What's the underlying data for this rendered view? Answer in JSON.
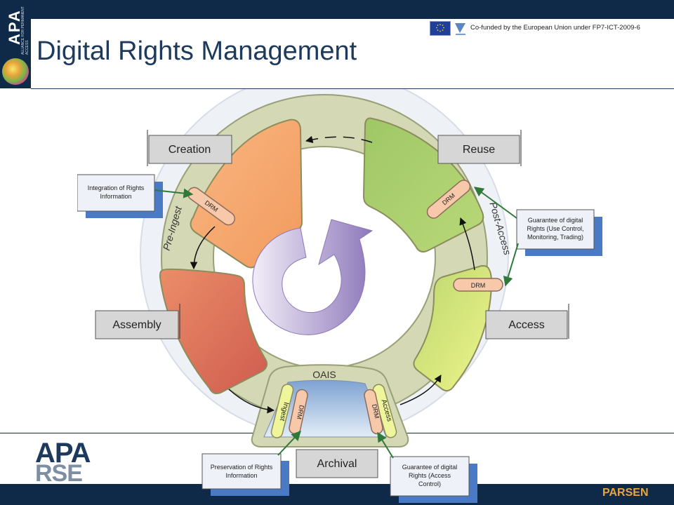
{
  "header": {
    "title": "Digital Rights Management",
    "cofunded_text": "Co-funded by the European Union under FP7-ICT-2009-6",
    "logo_text": "APA",
    "logo_subtext": "ALLIANCE FOR PERMANENT ACCESS"
  },
  "footer": {
    "parsen_text": "PARSEN",
    "logo_apa": "APA",
    "logo_rse": "RSE"
  },
  "diagram": {
    "stages": {
      "creation": "Creation",
      "reuse": "Reuse",
      "assembly": "Assembly",
      "access": "Access",
      "archival": "Archival"
    },
    "arc_labels": {
      "pre_ingest": "Pre-Ingest",
      "post_access": "Post-Access",
      "oais": "OAIS",
      "ingest": "Ingest",
      "access": "Access"
    },
    "drm_label": "DRM",
    "callouts": {
      "integration_1": "Integration of Rights",
      "integration_2": "Information",
      "guarantee_use_1": "Guarantee of digital",
      "guarantee_use_2": "Rights (Use Control,",
      "guarantee_use_3": "Monitoring, Trading)",
      "preservation_1": "Preservation of Rights",
      "preservation_2": "Information",
      "guarantee_access_1": "Guarantee of digital",
      "guarantee_access_2": "Rights (Access",
      "guarantee_access_3": "Control)"
    },
    "colors": {
      "creation": "#f4a96f",
      "assembly": "#e0735a",
      "reuse": "#a9cf6a",
      "access": "#d8ea7a",
      "ring": "#d6dab8",
      "archival": "#9fbde0",
      "drm": "#f6c3a3",
      "cycle_arrow": "#9d8cc4"
    }
  }
}
